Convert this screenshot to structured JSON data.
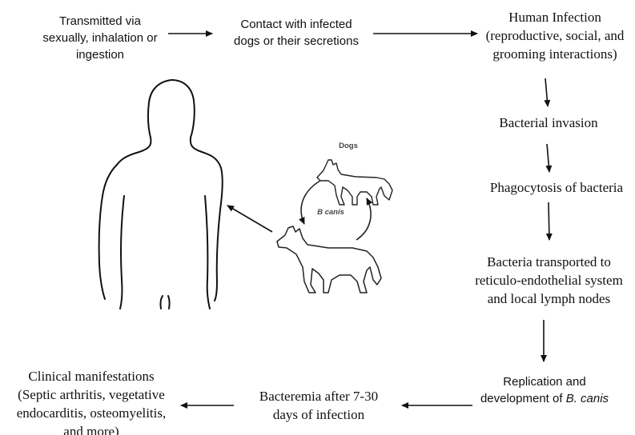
{
  "nodes": {
    "transmitted": {
      "line1": "Transmitted via",
      "line2": "sexually, inhalation or",
      "line3": "ingestion"
    },
    "contact": {
      "line1": "Contact with infected",
      "line2": "dogs or their secretions"
    },
    "human_infection": {
      "line1": "Human Infection",
      "line2": "(reproductive, social, and",
      "line3": "grooming interactions)"
    },
    "bacterial_invasion": {
      "line1": "Bacterial invasion"
    },
    "phagocytosis": {
      "line1": "Phagocytosis of bacteria"
    },
    "transported": {
      "line1": "Bacteria transported to",
      "line2": "reticulo-endothelial system",
      "line3": "and local lymph nodes"
    },
    "replication": {
      "line1": "Replication and",
      "line2_prefix": "development of ",
      "line2_italic": "B. canis"
    },
    "bacteremia": {
      "line1": "Bacteremia after 7-30",
      "line2": "days of infection"
    },
    "clinical": {
      "line1": "Clinical manifestations",
      "line2": "(Septic arthritis, vegetative",
      "line3": "endocarditis, osteomyelitis,",
      "line4": "and more)"
    }
  },
  "illustration": {
    "dogs_label": "Dogs",
    "bcanis_label": "B canis"
  }
}
